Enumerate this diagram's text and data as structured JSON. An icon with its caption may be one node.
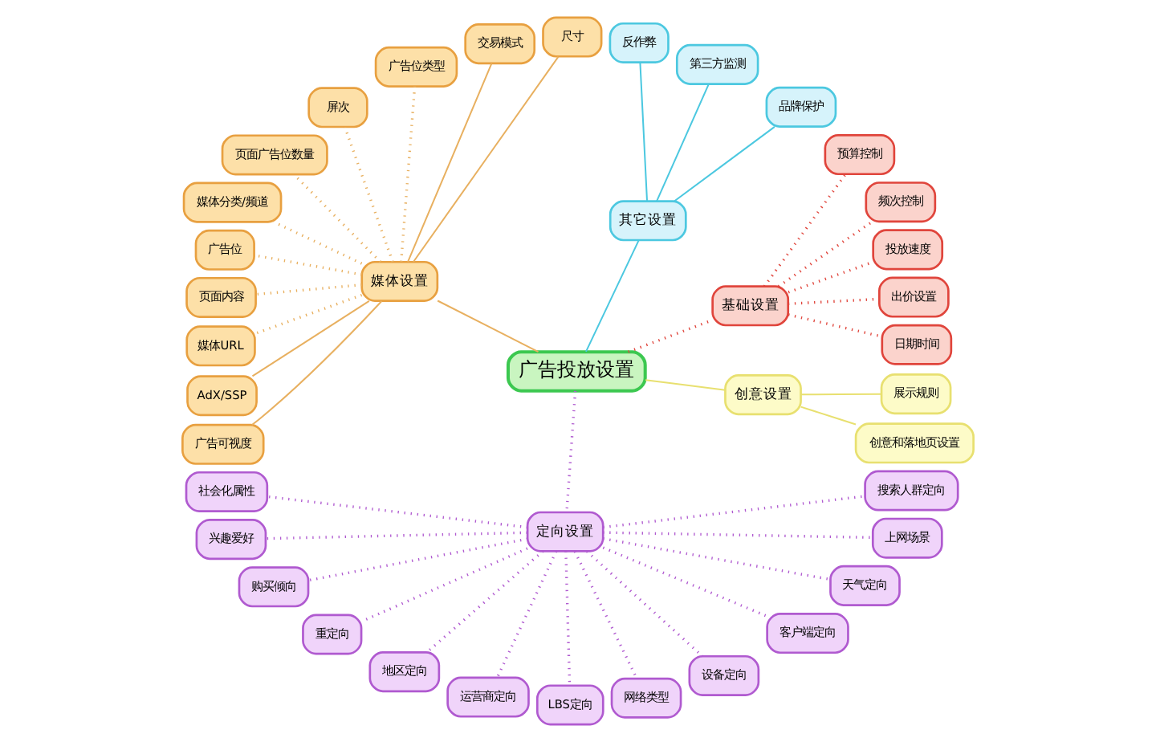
{
  "diagram": {
    "nodes": [
      {
        "text": [
          "广告投放设置"
        ]
      },
      {
        "text": [
          "基础设置"
        ]
      },
      {
        "text": [
          "日期时间"
        ]
      },
      {
        "text": [
          "出价设置"
        ]
      },
      {
        "text": [
          "投放速度"
        ]
      },
      {
        "text": [
          "频次控制"
        ]
      },
      {
        "text": [
          "预算控制"
        ]
      },
      {
        "text": [
          "其它设置"
        ]
      },
      {
        "text": [
          "品牌保护"
        ]
      },
      {
        "text": [
          "第三方监测"
        ]
      },
      {
        "text": [
          "反作弊"
        ]
      },
      {
        "text": [
          "媒体设置"
        ]
      },
      {
        "text": [
          "尺寸"
        ]
      },
      {
        "text": [
          "交易模式"
        ]
      },
      {
        "text": [
          "广告位类型"
        ]
      },
      {
        "text": [
          "屏次"
        ]
      },
      {
        "text": [
          "页面广告位数量"
        ]
      },
      {
        "text": [
          "媒体分类/频道"
        ]
      },
      {
        "text": [
          "广告位"
        ]
      },
      {
        "text": [
          "页面内容"
        ]
      },
      {
        "text": [
          "媒体URL"
        ]
      },
      {
        "text": [
          "AdX/SSP"
        ]
      },
      {
        "text": [
          "广告可视度"
        ]
      },
      {
        "text": [
          "定向设置"
        ]
      },
      {
        "text": [
          "社会化属性"
        ]
      },
      {
        "text": [
          "兴趣爱好"
        ]
      },
      {
        "text": [
          "购买倾向"
        ]
      },
      {
        "text": [
          "重定向"
        ]
      },
      {
        "text": [
          "地区定向"
        ]
      },
      {
        "text": [
          "运营商定向"
        ]
      },
      {
        "text": [
          "LBS定向"
        ]
      },
      {
        "text": [
          "网络类型"
        ]
      },
      {
        "text": [
          "设备定向"
        ]
      },
      {
        "text": [
          "客户端定向"
        ]
      },
      {
        "text": [
          "天气定向"
        ]
      },
      {
        "text": [
          "上网场景"
        ]
      },
      {
        "text": [
          "搜索人群定向"
        ]
      },
      {
        "text": [
          "创意设置"
        ]
      },
      {
        "text": [
          "创意和落地页设置"
        ]
      },
      {
        "text": [
          "展示规则"
        ]
      }
    ],
    "edges": [
      {
        "from": 0,
        "to": 1,
        "arrow": "none",
        "style": "dashed",
        "color": "#e0453c"
      },
      {
        "from": 1,
        "to": 2,
        "arrow": "none",
        "style": "dashed",
        "color": "#e0453c"
      },
      {
        "from": 1,
        "to": 3,
        "arrow": "none",
        "style": "dashed",
        "color": "#e0453c"
      },
      {
        "from": 1,
        "to": 4,
        "arrow": "none",
        "style": "dashed",
        "color": "#e0453c"
      },
      {
        "from": 1,
        "to": 5,
        "arrow": "none",
        "style": "dashed",
        "color": "#e0453c"
      },
      {
        "from": 1,
        "to": 6,
        "arrow": "none",
        "style": "dashed",
        "color": "#e0453c"
      },
      {
        "from": 0,
        "to": 7,
        "arrow": "none",
        "color": "#4cc8e0"
      },
      {
        "from": 7,
        "to": 8,
        "arrow": "none",
        "color": "#4cc8e0"
      },
      {
        "from": 7,
        "to": 9,
        "arrow": "none",
        "color": "#4cc8e0"
      },
      {
        "from": 7,
        "to": 10,
        "arrow": "none",
        "color": "#4cc8e0"
      },
      {
        "from": 0,
        "to": 11,
        "arrow": "none",
        "color": "#e8b060"
      },
      {
        "from": 11,
        "to": 12,
        "arrow": "none",
        "color": "#e8b060"
      },
      {
        "from": 11,
        "to": 13,
        "arrow": "none",
        "color": "#e8b060"
      },
      {
        "from": 11,
        "to": 14,
        "arrow": "none",
        "style": "dashed",
        "color": "#e8b060"
      },
      {
        "from": 11,
        "to": 15,
        "arrow": "none",
        "style": "dashed",
        "color": "#e8b060"
      },
      {
        "from": 11,
        "to": 16,
        "arrow": "none",
        "style": "dashed",
        "color": "#e8b060"
      },
      {
        "from": 11,
        "to": 17,
        "arrow": "none",
        "style": "dashed",
        "color": "#e8b060"
      },
      {
        "from": 11,
        "to": 18,
        "arrow": "none",
        "style": "dashed",
        "color": "#e8b060"
      },
      {
        "from": 11,
        "to": 19,
        "arrow": "none",
        "style": "dashed",
        "color": "#e8b060"
      },
      {
        "from": 11,
        "to": 20,
        "arrow": "none",
        "style": "dashed",
        "color": "#e8b060"
      },
      {
        "from": 11,
        "to": 21,
        "arrow": "none",
        "color": "#e8b060"
      },
      {
        "from": 11,
        "to": 22,
        "arrow": "none",
        "color": "#e8b060"
      },
      {
        "from": 0,
        "to": 23,
        "arrow": "none",
        "style": "dashed",
        "color": "#b05ad0"
      },
      {
        "from": 23,
        "to": 24,
        "arrow": "none",
        "style": "dashed",
        "color": "#b05ad0"
      },
      {
        "from": 23,
        "to": 25,
        "arrow": "none",
        "style": "dashed",
        "color": "#b05ad0"
      },
      {
        "from": 23,
        "to": 26,
        "arrow": "none",
        "style": "dashed",
        "color": "#b05ad0"
      },
      {
        "from": 23,
        "to": 27,
        "arrow": "none",
        "style": "dashed",
        "color": "#b05ad0"
      },
      {
        "from": 23,
        "to": 28,
        "arrow": "none",
        "style": "dashed",
        "color": "#b05ad0"
      },
      {
        "from": 23,
        "to": 29,
        "arrow": "none",
        "style": "dashed",
        "color": "#b05ad0"
      },
      {
        "from": 23,
        "to": 30,
        "arrow": "none",
        "style": "dashed",
        "color": "#b05ad0"
      },
      {
        "from": 23,
        "to": 31,
        "arrow": "none",
        "style": "dashed",
        "color": "#b05ad0"
      },
      {
        "from": 23,
        "to": 32,
        "arrow": "none",
        "style": "dashed",
        "color": "#b05ad0"
      },
      {
        "from": 23,
        "to": 33,
        "arrow": "none",
        "style": "dashed",
        "color": "#b05ad0"
      },
      {
        "from": 23,
        "to": 34,
        "arrow": "none",
        "style": "dashed",
        "color": "#b05ad0"
      },
      {
        "from": 23,
        "to": 35,
        "arrow": "none",
        "style": "dashed",
        "color": "#b05ad0"
      },
      {
        "from": 23,
        "to": 36,
        "arrow": "none",
        "style": "dashed",
        "color": "#b05ad0"
      },
      {
        "from": 0,
        "to": 37,
        "arrow": "none",
        "color": "#e8e070"
      },
      {
        "from": 37,
        "to": 38,
        "arrow": "none",
        "color": "#e8e070"
      },
      {
        "from": 37,
        "to": 39,
        "arrow": "none",
        "color": "#e8e070"
      }
    ]
  }
}
